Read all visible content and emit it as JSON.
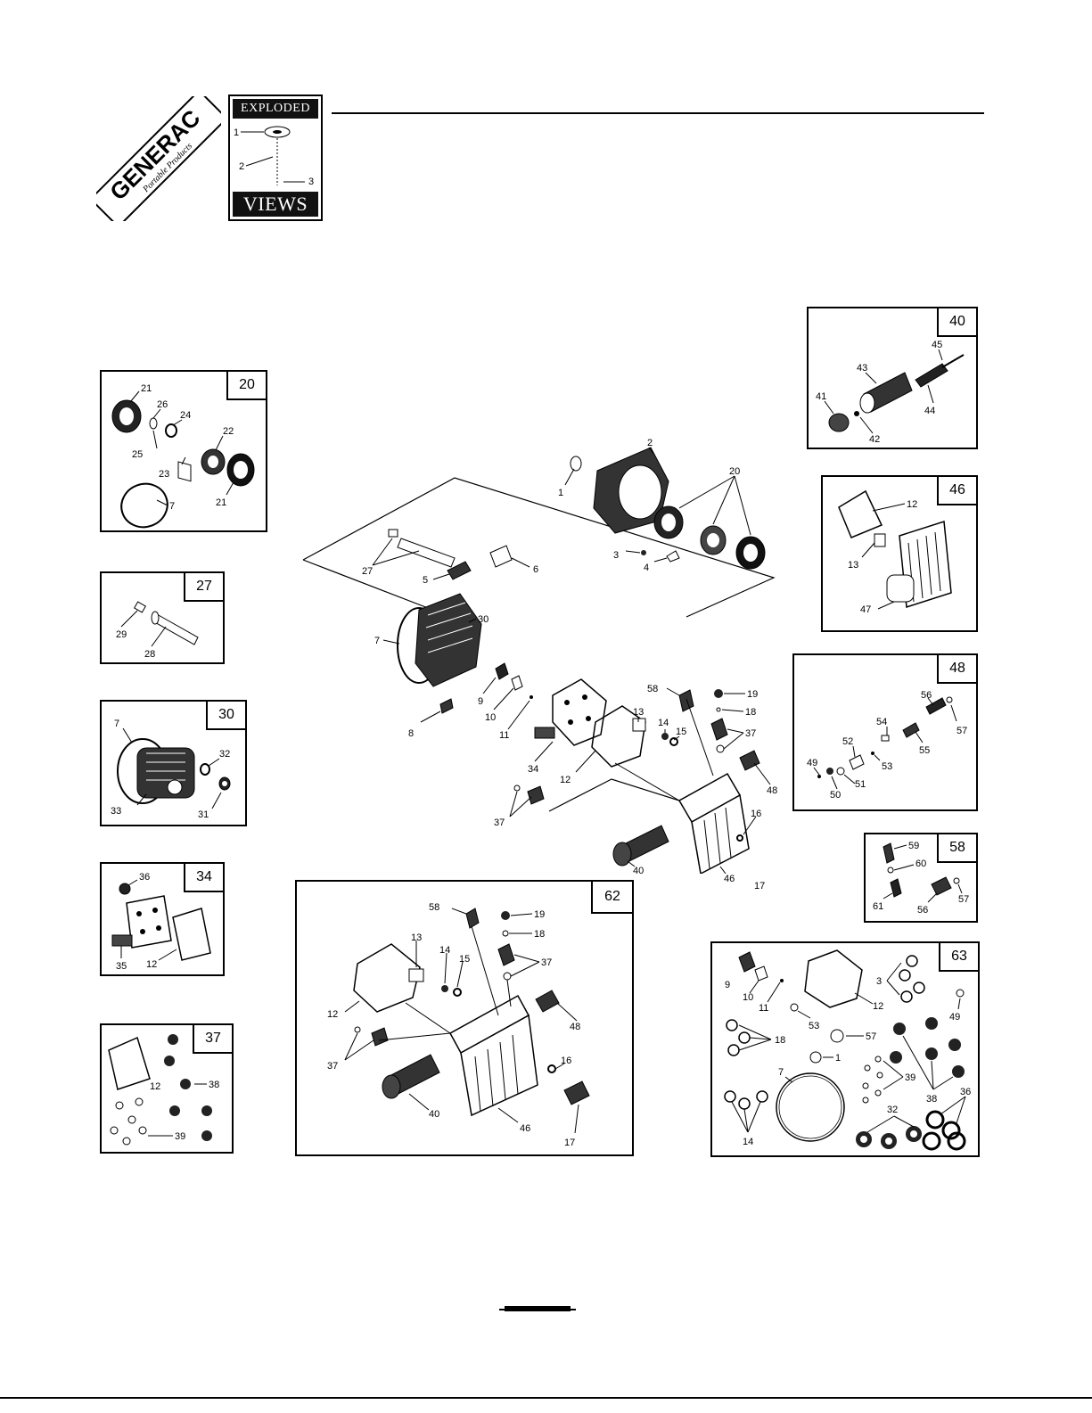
{
  "brand": {
    "name": "GENERAC",
    "tagline": "Portable Products"
  },
  "badge": {
    "top": "EXPLODED",
    "bottom": "VIEWS",
    "callouts": [
      "1",
      "2",
      "3"
    ]
  },
  "panels": {
    "p20": {
      "number": "20",
      "callouts": [
        "21",
        "26",
        "24",
        "25",
        "22",
        "23",
        "21",
        "7"
      ]
    },
    "p27": {
      "number": "27",
      "callouts": [
        "29",
        "28"
      ]
    },
    "p30": {
      "number": "30",
      "callouts": [
        "7",
        "32",
        "33",
        "31"
      ]
    },
    "p34": {
      "number": "34",
      "callouts": [
        "36",
        "35",
        "12"
      ]
    },
    "p37": {
      "number": "37",
      "callouts": [
        "12",
        "38",
        "39"
      ]
    },
    "p40": {
      "number": "40",
      "callouts": [
        "45",
        "43",
        "41",
        "44",
        "42"
      ]
    },
    "p46": {
      "number": "46",
      "callouts": [
        "12",
        "13",
        "47"
      ]
    },
    "p48": {
      "number": "48",
      "callouts": [
        "56",
        "57",
        "54",
        "55",
        "52",
        "53",
        "49",
        "51",
        "50"
      ]
    },
    "p58": {
      "number": "58",
      "callouts": [
        "59",
        "60",
        "61",
        "56",
        "57"
      ]
    },
    "p62": {
      "number": "62",
      "callouts": [
        "58",
        "19",
        "13",
        "18",
        "14",
        "15",
        "37",
        "48",
        "12",
        "37",
        "16",
        "40",
        "46",
        "17"
      ]
    },
    "p63": {
      "number": "63",
      "callouts": [
        "9",
        "10",
        "11",
        "12",
        "3",
        "49",
        "53",
        "57",
        "18",
        "1",
        "39",
        "7",
        "38",
        "36",
        "32",
        "14"
      ]
    }
  },
  "main": {
    "callouts": [
      "2",
      "1",
      "20",
      "3",
      "4",
      "27",
      "6",
      "5",
      "30",
      "7",
      "9",
      "10",
      "11",
      "8",
      "58",
      "19",
      "18",
      "37",
      "13",
      "14",
      "15",
      "34",
      "12",
      "48",
      "37",
      "16",
      "40",
      "46",
      "17"
    ]
  },
  "colors": {
    "ink": "#000000",
    "paper": "#ffffff",
    "shade": "#1a1a1a"
  }
}
